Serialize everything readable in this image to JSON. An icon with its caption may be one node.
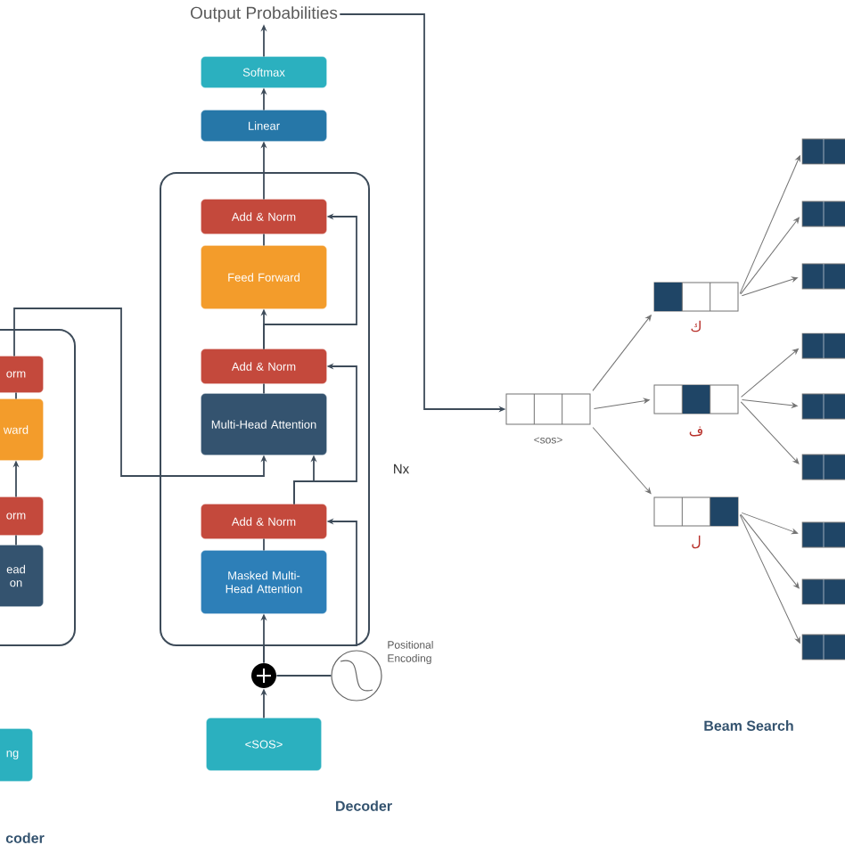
{
  "diagram": {
    "nodes": [
      {
        "text": [
          "Output Probabilities"
        ]
      },
      {
        "text": [
          "Softmax"
        ]
      },
      {
        "text": [
          "Linear"
        ]
      },
      {
        "text": [],
        "shape": "box",
        "beside": [
          "Nx"
        ]
      },
      {
        "text": [
          "Add & Norm"
        ],
        "in": 3
      },
      {
        "text": [
          "Feed Forward"
        ],
        "in": 3
      },
      {
        "text": [
          "Add & Norm"
        ],
        "in": 3
      },
      {
        "text": [
          "Multi-Head Attention"
        ],
        "in": 3
      },
      {
        "text": [
          "Add & Norm"
        ],
        "in": 3
      },
      {
        "text": [
          "Masked Multi-Head Attention"
        ],
        "in": 3
      },
      {
        "text": [],
        "shape": "circle"
      },
      {
        "text": [],
        "shape": "circle",
        "beside": [
          "Positional Encoding"
        ]
      },
      {
        "text": [
          "<SOS>"
        ]
      },
      {
        "text": [],
        "shape": "box"
      },
      {
        "text": [
          "orm"
        ],
        "in": 13
      },
      {
        "text": [
          "ward"
        ],
        "in": 13
      },
      {
        "text": [
          "orm"
        ],
        "in": 13
      },
      {
        "text": [
          "ead on"
        ],
        "in": 13
      },
      {
        "text": [
          "ng"
        ]
      },
      {
        "text": [],
        "shape": "box",
        "beside": [
          "<sos>"
        ]
      },
      {
        "text": [],
        "shape": "box",
        "beside": [
          "ك"
        ]
      },
      {
        "text": [],
        "shape": "box",
        "beside": [
          "ف"
        ]
      },
      {
        "text": [],
        "shape": "box",
        "beside": [
          "ل"
        ]
      },
      {
        "text": [],
        "shape": "box"
      },
      {
        "text": [],
        "shape": "box"
      },
      {
        "text": [],
        "shape": "box"
      },
      {
        "text": [],
        "shape": "box"
      },
      {
        "text": [],
        "shape": "box"
      },
      {
        "text": [],
        "shape": "box"
      },
      {
        "text": [],
        "shape": "box"
      },
      {
        "text": [],
        "shape": "box"
      },
      {
        "text": [],
        "shape": "box"
      }
    ],
    "edges": [
      {
        "from": 12,
        "to": 10,
        "arrow": "to"
      },
      {
        "from": 11,
        "to": 10,
        "arrow": "none"
      },
      {
        "from": 10,
        "to": 9,
        "arrow": "to"
      },
      {
        "from": 10,
        "to": 8,
        "arrow": "to"
      },
      {
        "from": 9,
        "to": 8,
        "arrow": "none"
      },
      {
        "from": 8,
        "to": 7,
        "arrow": "to"
      },
      {
        "from": 8,
        "to": 6,
        "arrow": "to"
      },
      {
        "from": 14,
        "to": 7,
        "arrow": "to"
      },
      {
        "from": 7,
        "to": 6,
        "arrow": "none"
      },
      {
        "from": 6,
        "to": 5,
        "arrow": "to"
      },
      {
        "from": 5,
        "to": 4,
        "arrow": "none"
      },
      {
        "from": 6,
        "to": 4,
        "arrow": "to"
      },
      {
        "from": 4,
        "to": 2,
        "arrow": "to"
      },
      {
        "from": 2,
        "to": 1,
        "arrow": "to"
      },
      {
        "from": 1,
        "to": 0,
        "arrow": "to"
      },
      {
        "from": 0,
        "to": 19,
        "arrow": "to"
      },
      {
        "from": 19,
        "to": 20,
        "arrow": "to"
      },
      {
        "from": 19,
        "to": 21,
        "arrow": "to"
      },
      {
        "from": 19,
        "to": 22,
        "arrow": "to"
      },
      {
        "from": 20,
        "to": 23,
        "arrow": "to"
      },
      {
        "from": 20,
        "to": 24,
        "arrow": "to"
      },
      {
        "from": 20,
        "to": 25,
        "arrow": "to"
      },
      {
        "from": 21,
        "to": 26,
        "arrow": "to"
      },
      {
        "from": 21,
        "to": 27,
        "arrow": "to"
      },
      {
        "from": 21,
        "to": 28,
        "arrow": "to"
      },
      {
        "from": 22,
        "to": 29,
        "arrow": "to"
      },
      {
        "from": 22,
        "to": 30,
        "arrow": "to"
      },
      {
        "from": 22,
        "to": 31,
        "arrow": "to"
      },
      {
        "from": 15,
        "to": 14,
        "arrow": "none"
      },
      {
        "from": 16,
        "to": 15,
        "arrow": "to"
      },
      {
        "from": 17,
        "to": 16,
        "arrow": "none"
      }
    ],
    "labels": [
      "Decoder",
      "coder",
      "Beam Search"
    ]
  }
}
